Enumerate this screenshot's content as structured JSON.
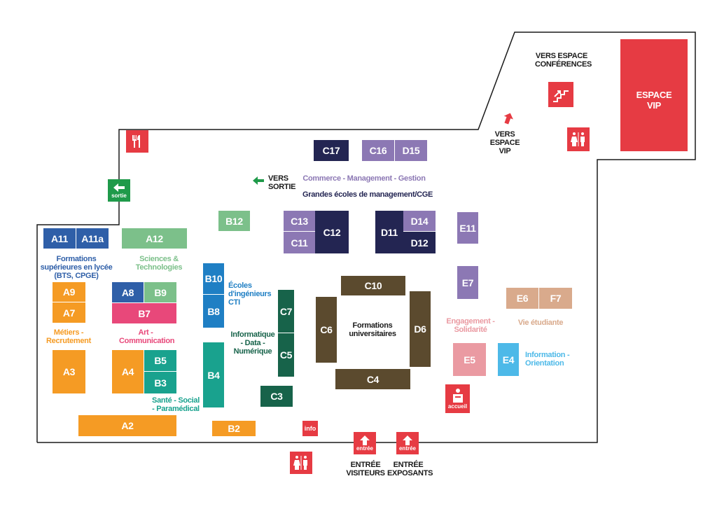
{
  "colors": {
    "orange": "#f59b24",
    "blue_dark": "#2f5fa8",
    "green_light": "#7cc08a",
    "pink": "#e8487a",
    "teal": "#19a28e",
    "blue": "#1f7fc4",
    "green_dark": "#17634a",
    "navy": "#232552",
    "purple": "#8c78b4",
    "brown": "#5b4a2e",
    "rose": "#ea9aa2",
    "cyan": "#4db9e8",
    "tan": "#d9aa8c",
    "red": "#e63b43",
    "green_exit": "#1f9a4a"
  },
  "stands": {
    "A11": "A11",
    "A11a": "A11a",
    "A12": "A12",
    "A9": "A9",
    "A7": "A7",
    "A8": "A8",
    "B9": "B9",
    "B7": "B7",
    "A3": "A3",
    "A4": "A4",
    "B5": "B5",
    "B3": "B3",
    "A2": "A2",
    "B12": "B12",
    "B10": "B10",
    "B8": "B8",
    "B4": "B4",
    "B2": "B2",
    "C7": "C7",
    "C5": "C5",
    "C3": "C3",
    "C17": "C17",
    "C16": "C16",
    "D15": "D15",
    "C13": "C13",
    "C11": "C11",
    "C12": "C12",
    "D11": "D11",
    "D14": "D14",
    "D12": "D12",
    "C10": "C10",
    "C6": "C6",
    "D6": "D6",
    "C4": "C4",
    "E11": "E11",
    "E7": "E7",
    "E6": "E6",
    "F7": "F7",
    "E5": "E5",
    "E4": "E4"
  },
  "labels": {
    "formations_sup": "Formations supérieures en lycée (BTS, CPGE)",
    "sciences": "Sciences & Technologies",
    "metiers": "Métiers - Recrutement",
    "art": "Art - Communication",
    "sante": "Santé - Social - Paramédical",
    "ecoles_ing": "Écoles d'ingénieurs CTI",
    "informatique": "Informatique - Data - Numérique",
    "commerce": "Commerce - Management - Gestion",
    "grandes_ecoles": "Grandes écoles de management/CGE",
    "formations_univ": "Formations universitaires",
    "engagement": "Engagement - Solidarité",
    "vie_etudiante": "Vie étudiante",
    "information": "Information - Orientation",
    "vers_sortie": "VERS SORTIE",
    "vers_conferences": "VERS ESPACE CONFÉRENCES",
    "vers_vip": "VERS ESPACE VIP",
    "espace_vip": "ESPACE VIP",
    "entree_visiteurs": "ENTRÉE VISITEURS",
    "entree_exposants": "ENTRÉE EXPOSANTS",
    "sortie_sign": "sortie",
    "entree_sign": "entrée",
    "accueil": "accueil",
    "info": "info"
  },
  "icons": [
    "restaurant-icon",
    "restroom-icon",
    "stairs-icon",
    "exit-arrow-icon",
    "up-arrow-icon",
    "reception-desk-icon"
  ]
}
